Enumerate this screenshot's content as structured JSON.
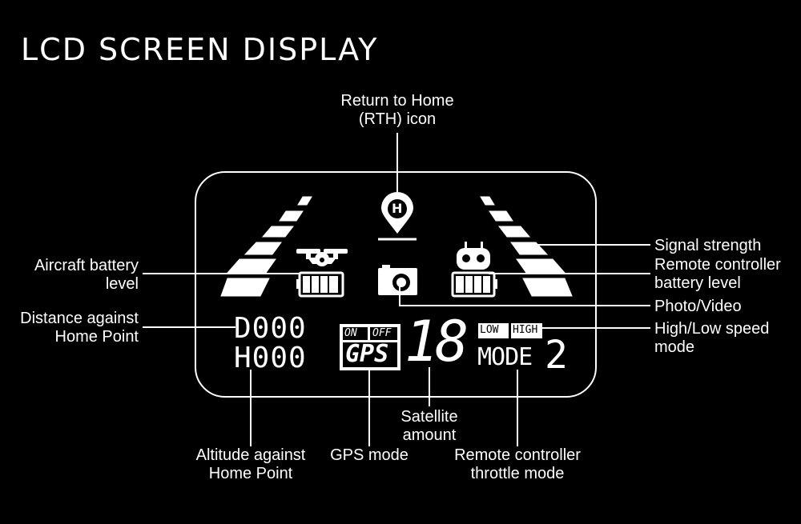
{
  "title": "LCD SCREEN DISPLAY",
  "labels": {
    "rth_line1": "Return to Home",
    "rth_line2": "(RTH) icon",
    "aircraft_battery_line1": "Aircraft battery",
    "aircraft_battery_line2": "level",
    "distance_line1": "Distance against",
    "distance_line2": "Home Point",
    "signal_strength": "Signal strength",
    "rc_battery_line1": "Remote controller",
    "rc_battery_line2": "battery level",
    "photo_video": "Photo/Video",
    "speed_mode_line1": "High/Low speed",
    "speed_mode_line2": "mode",
    "satellite_line1": "Satellite",
    "satellite_line2": "amount",
    "altitude_line1": "Altitude against",
    "altitude_line2": "Home Point",
    "gps_mode": "GPS mode",
    "throttle_line1": "Remote controller",
    "throttle_line2": "throttle mode"
  },
  "lcd": {
    "distance_readout": "D000",
    "altitude_readout": "H000",
    "gps_on": "ON",
    "gps_off": "OFF",
    "gps_text": "GPS",
    "satellite_count": "18",
    "speed_low": "LOW",
    "speed_high": "HIGH",
    "mode_text": "MODE",
    "mode_value": "2",
    "rth_letter": "H"
  },
  "icons": {
    "rth": "map-pin-h-icon",
    "drone": "drone-icon",
    "camera": "camera-icon",
    "remote": "remote-controller-icon",
    "battery": "battery-icon"
  }
}
